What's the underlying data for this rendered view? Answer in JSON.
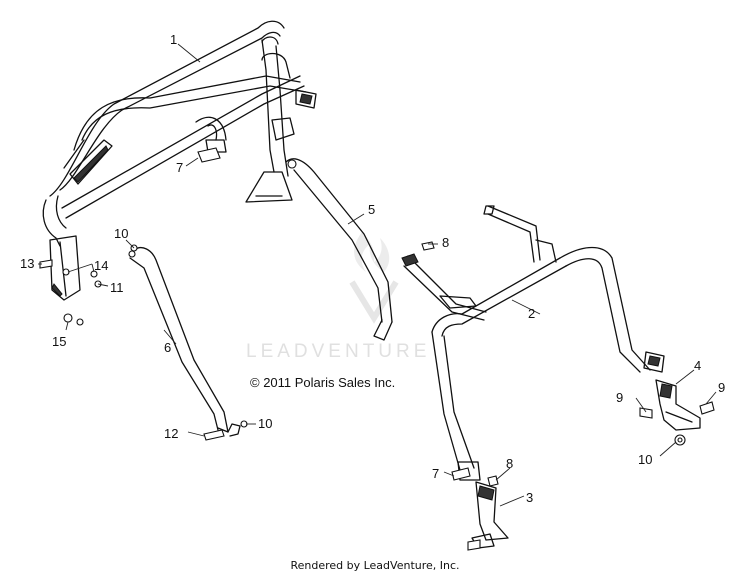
{
  "watermark": "LEADVENTURE",
  "copyright": "© 2011 Polaris Sales Inc.",
  "footer": "Rendered by LeadVenture, Inc.",
  "callouts": [
    "1",
    "2",
    "3",
    "4",
    "5",
    "6",
    "7",
    "7",
    "8",
    "8",
    "9",
    "9",
    "10",
    "10",
    "10",
    "11",
    "12",
    "13",
    "14",
    "15"
  ]
}
